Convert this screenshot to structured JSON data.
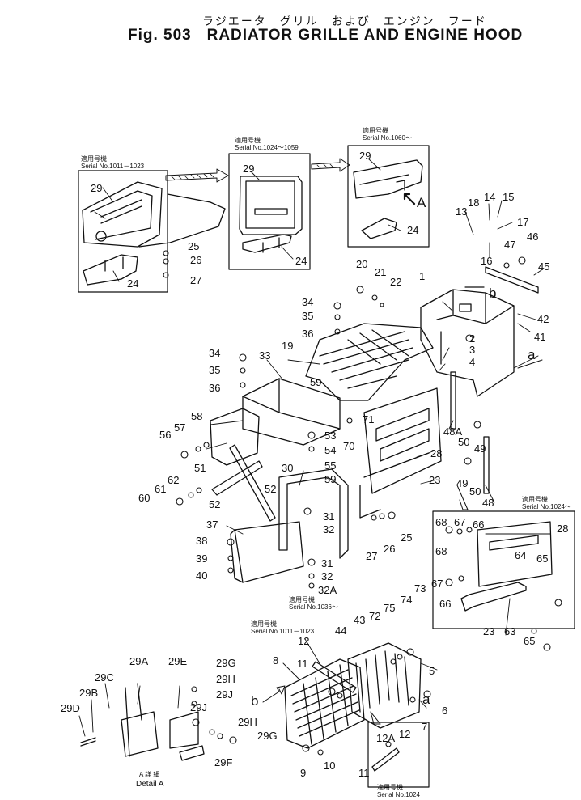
{
  "title": {
    "japanese": "ラジエータ　グリル　および　エンジン　フード",
    "figure": "Fig. 503",
    "name": "RADIATOR GRILLE AND ENGINE HOOD"
  },
  "serial_notes": {
    "s1011_1023_top": [
      "適用号機",
      "Serial No.1011－1023"
    ],
    "s1024_1059": [
      "適用号機",
      "Serial No.1024～1059"
    ],
    "s1060": [
      "適用号機",
      "Serial No.1060～"
    ],
    "s1024_right": [
      "適用号機",
      "Serial No.1024～"
    ],
    "s1036": [
      "適用号機",
      "Serial No.1036～"
    ],
    "s1011_1023_mid": [
      "適用号機",
      "Serial No.1011－1023"
    ],
    "s1024_bottom": [
      "適用号機",
      "Serial No.1024"
    ]
  },
  "detail": [
    "A 詳 細",
    "Detail A"
  ],
  "view_markers": {
    "A": "A",
    "a_right": "a",
    "a_bottom": "a",
    "b_top": "b",
    "b_bottom": "b"
  },
  "part_labels": {
    "p1": "1",
    "p2": "2",
    "p3": "3",
    "p4": "4",
    "p5": "5",
    "p6": "6",
    "p7": "7",
    "p8": "8",
    "p9": "9",
    "p10": "10",
    "p11a": "11",
    "p11b": "11",
    "p12a": "12",
    "p12b": "12",
    "p12A": "12A",
    "p13": "13",
    "p14": "14",
    "p15": "15",
    "p16": "16",
    "p17": "17",
    "p18": "18",
    "p19": "19",
    "p20": "20",
    "p21": "21",
    "p22": "22",
    "p23a": "23",
    "p23b": "23",
    "p24a": "24",
    "p24b": "24",
    "p24c": "24",
    "p25a": "25",
    "p25b": "25",
    "p26a": "26",
    "p26b": "26",
    "p27a": "27",
    "p27b": "27",
    "p28a": "28",
    "p28b": "28",
    "p29a": "29",
    "p29b": "29",
    "p29c": "29",
    "p29A": "29A",
    "p29B": "29B",
    "p29C": "29C",
    "p29D": "29D",
    "p29E": "29E",
    "p29F": "29F",
    "p29Ga": "29G",
    "p29Gb": "29G",
    "p29Ha": "29H",
    "p29Hb": "29H",
    "p29Ja": "29J",
    "p29Jb": "29J",
    "p30": "30",
    "p31a": "31",
    "p31b": "31",
    "p32a": "32",
    "p32b": "32",
    "p32A": "32A",
    "p33": "33",
    "p34a": "34",
    "p34b": "34",
    "p35a": "35",
    "p35b": "35",
    "p36a": "36",
    "p36b": "36",
    "p37": "37",
    "p38": "38",
    "p39": "39",
    "p40": "40",
    "p41": "41",
    "p42": "42",
    "p43": "43",
    "p44": "44",
    "p45": "45",
    "p46": "46",
    "p47": "47",
    "p48": "48",
    "p48A": "48A",
    "p49a": "49",
    "p49b": "49",
    "p50a": "50",
    "p50b": "50",
    "p51": "51",
    "p52a": "52",
    "p52b": "52",
    "p53": "53",
    "p54": "54",
    "p55": "55",
    "p56": "56",
    "p57": "57",
    "p58": "58",
    "p59a": "59",
    "p59b": "59",
    "p60": "60",
    "p61": "61",
    "p62": "62",
    "p63": "63",
    "p64": "64",
    "p65a": "65",
    "p65b": "65",
    "p66a": "66",
    "p66b": "66",
    "p67a": "67",
    "p67b": "67",
    "p68a": "68",
    "p68b": "68",
    "p70": "70",
    "p71": "71",
    "p72": "72",
    "p73": "73",
    "p74": "74",
    "p75": "75"
  }
}
